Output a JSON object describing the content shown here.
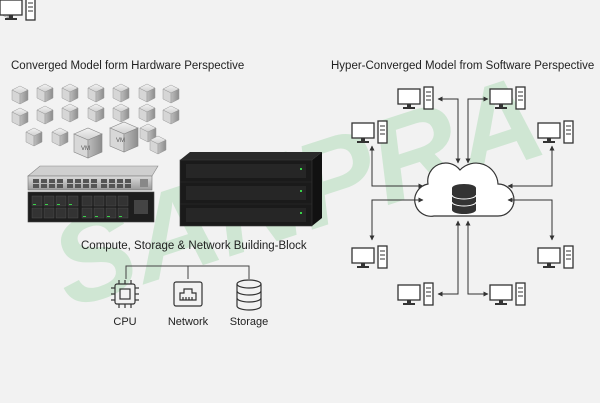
{
  "titles": {
    "left": "Converged Model form Hardware Perspective",
    "right": "Hyper-Converged Model from Software Perspective",
    "building_block": "Compute, Storage & Network Building-Block"
  },
  "components": {
    "cpu": "CPU",
    "network": "Network",
    "storage": "Storage"
  },
  "vm_labels": [
    "VM",
    "VM"
  ],
  "watermark": "SANPRA",
  "colors": {
    "background": "#f2f2f2",
    "watermark": "#8fd29b",
    "line": "#333333",
    "server_dark": "#1e1e1e",
    "led": "#3ad14a"
  }
}
